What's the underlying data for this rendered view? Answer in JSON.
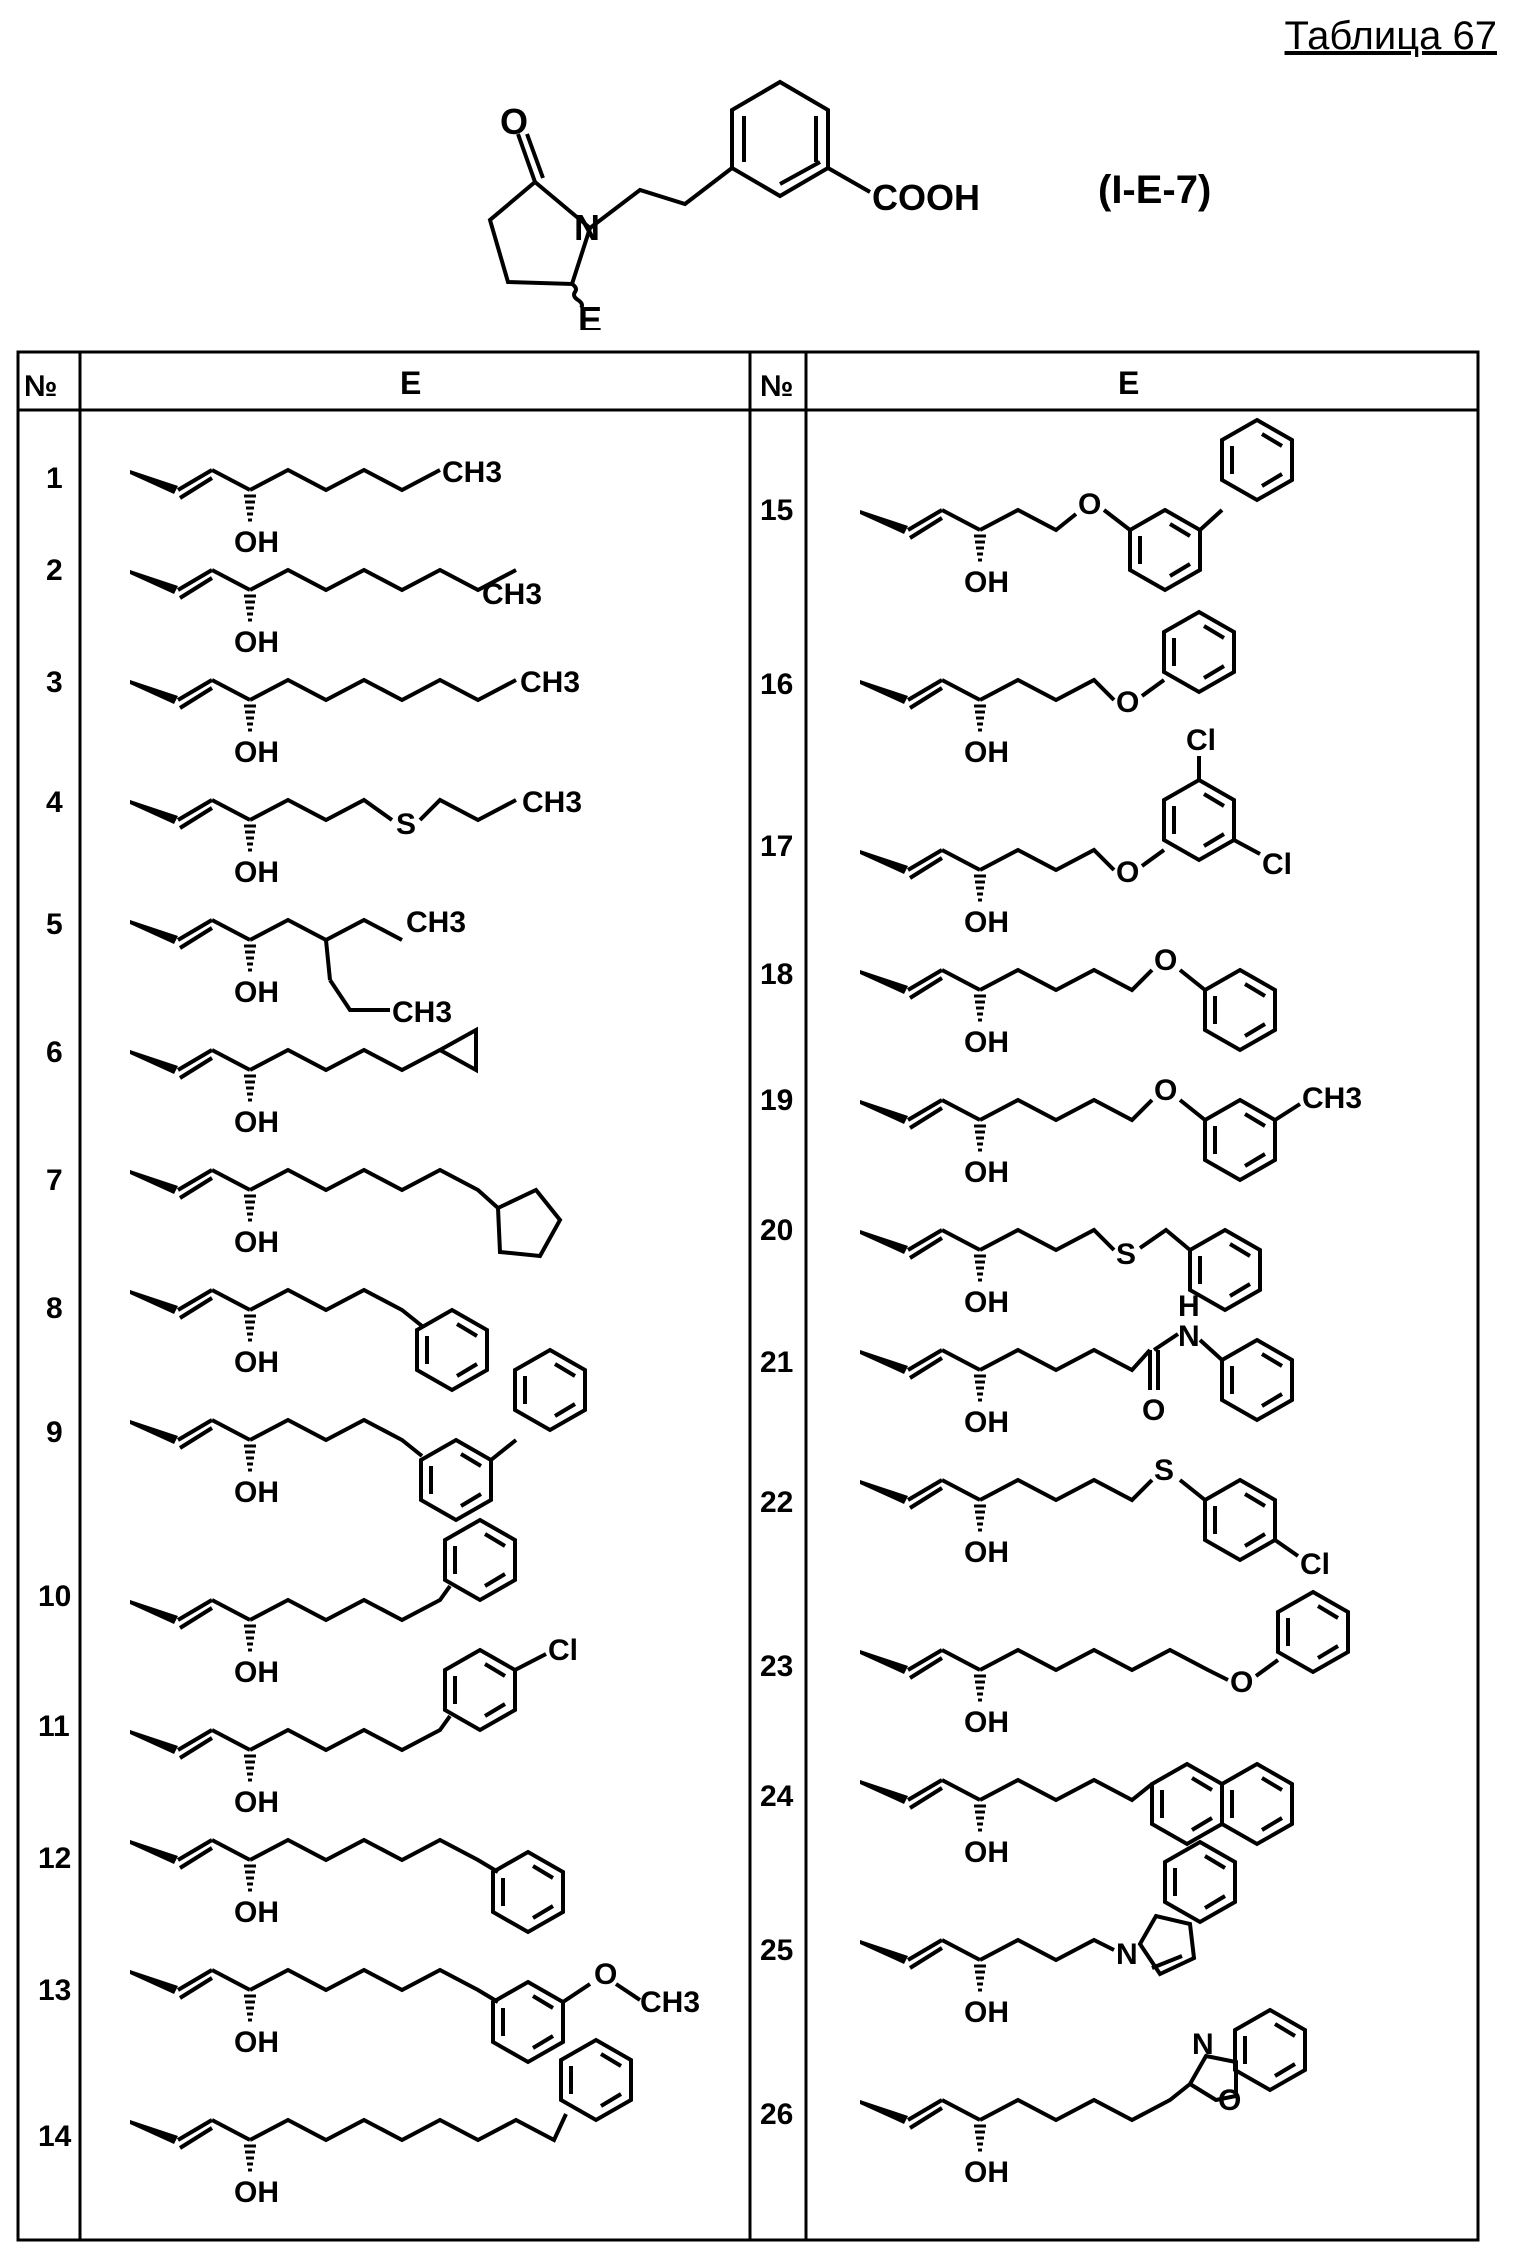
{
  "title": "Таблица 67",
  "compound_id": "(I-E-7)",
  "core_labels": {
    "o": "O",
    "n": "N",
    "acid": "COOH",
    "sub": "E"
  },
  "table": {
    "col_num": "№",
    "col_e": "E",
    "left_numbers": [
      "1",
      "2",
      "3",
      "4",
      "5",
      "6",
      "7",
      "8",
      "9",
      "10",
      "11",
      "12",
      "13",
      "14"
    ],
    "right_numbers": [
      "15",
      "16",
      "17",
      "18",
      "19",
      "20",
      "21",
      "22",
      "23",
      "24",
      "25",
      "26"
    ]
  },
  "labels": {
    "oh": "OH",
    "ch3": "CH3",
    "s": "S",
    "o": "O",
    "cl": "Cl",
    "n": "N",
    "h": "H"
  }
}
